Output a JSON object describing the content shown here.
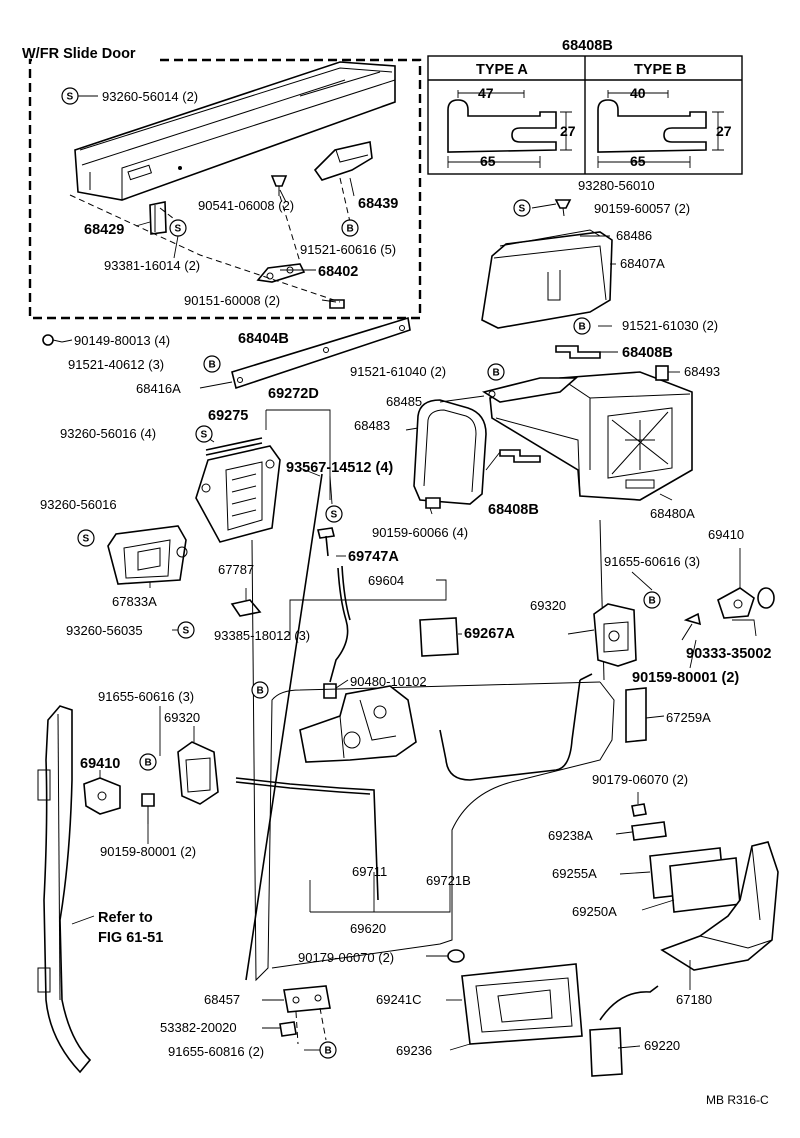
{
  "header": {
    "section_label": "W/FR Slide Door",
    "type_table_title": "68408B",
    "type_a": "TYPE A",
    "type_b": "TYPE B",
    "type_a_dims": {
      "width_top": "47",
      "width_bottom": "65",
      "height": "27"
    },
    "type_b_dims": {
      "width_top": "40",
      "width_bottom": "65",
      "height": "27"
    }
  },
  "symbols": {
    "s": "S",
    "b": "B"
  },
  "labels": {
    "p93260_56014": "93260-56014 (2)",
    "p68429": "68429",
    "p93381_16014": "93381-16014 (2)",
    "p90541_06008": "90541-06008 (2)",
    "p68439": "68439",
    "p91521_60616": "91521-60616 (5)",
    "p68402": "68402",
    "p90151_60008": "90151-60008 (2)",
    "p90149_80013": "90149-80013 (4)",
    "p68404B": "68404B",
    "p91521_40612": "91521-40612 (3)",
    "p68416A": "68416A",
    "p93280_56010": "93280-56010",
    "p90159_60057": "90159-60057 (2)",
    "p68486": "68486",
    "p68407A": "68407A",
    "p91521_61030": "91521-61030 (2)",
    "p68408B_right": "68408B",
    "p91521_61040": "91521-61040 (2)",
    "p68493": "68493",
    "p68485": "68485",
    "p68483": "68483",
    "p68408B_mid": "68408B",
    "p90159_60066": "90159-60066 (4)",
    "p68480A": "68480A",
    "p69272D": "69272D",
    "p69275": "69275",
    "p93260_56016a": "93260-56016 (4)",
    "p93567_14512": "93567-14512 (4)",
    "p93260_56016b": "93260-56016",
    "p67833A": "67833A",
    "p69747A": "69747A",
    "p67787": "67787",
    "p69604": "69604",
    "p93260_56035": "93260-56035",
    "p93385_18012": "93385-18012 (3)",
    "p91655_60616a": "91655-60616 (3)",
    "p69410a": "69410",
    "p69320a": "69320",
    "p69267A": "69267A",
    "p90333_35002": "90333-35002",
    "p90159_80001a": "90159-80001 (2)",
    "p90480_10102": "90480-10102",
    "p91655_60616b": "91655-60616 (3)",
    "p69320b": "69320",
    "p69410b": "69410",
    "p90159_80001b": "90159-80001 (2)",
    "p67259A": "67259A",
    "p90179_06070a": "90179-06070 (2)",
    "p69238A": "69238A",
    "p69255A": "69255A",
    "p69250A": "69250A",
    "p69711": "69711",
    "p69721B": "69721B",
    "p69620": "69620",
    "p90179_06070b": "90179-06070 (2)",
    "p67180": "67180",
    "refer_line1": "Refer to",
    "refer_line2": "FIG 61-51",
    "p68457": "68457",
    "p53382_20020": "53382-20020",
    "p91655_60816": "91655-60816 (2)",
    "p69241C": "69241C",
    "p69236": "69236",
    "p69220": "69220",
    "figure_code": "MB R316-C"
  }
}
